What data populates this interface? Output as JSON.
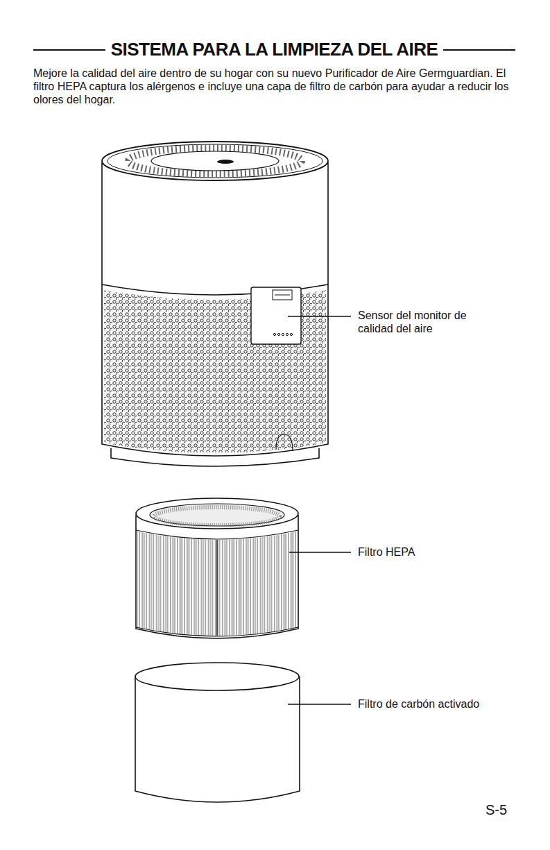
{
  "diagram": {
    "title": "SISTEMA PARA LA LIMPIEZA DEL AIRE",
    "labels": [
      "Mejore la calidad del aire dentro de su hogar con su nuevo Purificador de Aire Germguardian. El filtro HEPA captura los alérgenos e incluye una capa de filtro de carbón para ayudar a reducir los olores del hogar.",
      "Sensor del monitor de calidad del aire",
      "Filtro HEPA",
      "Filtro de carbón activado",
      "S-5"
    ]
  }
}
